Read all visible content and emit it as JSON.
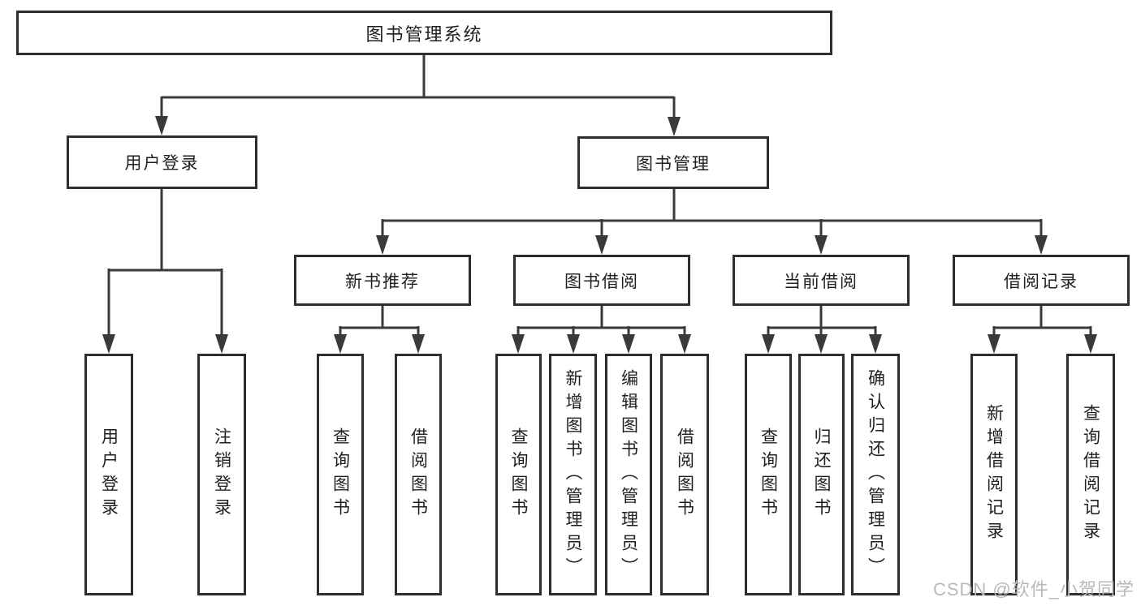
{
  "diagram": {
    "root": {
      "label": "图书管理系统"
    },
    "branches": [
      {
        "label": "用户登录",
        "leaves": [
          {
            "label": "用户登录"
          },
          {
            "label": "注销登录"
          }
        ]
      },
      {
        "label": "图书管理",
        "sections": [
          {
            "label": "新书推荐",
            "leaves": [
              {
                "label": "查询图书"
              },
              {
                "label": "借阅图书"
              }
            ]
          },
          {
            "label": "图书借阅",
            "leaves": [
              {
                "label": "查询图书"
              },
              {
                "label": "新增图书（管理员）"
              },
              {
                "label": "编辑图书（管理员）"
              },
              {
                "label": "借阅图书"
              }
            ]
          },
          {
            "label": "当前借阅",
            "leaves": [
              {
                "label": "查询图书"
              },
              {
                "label": "归还图书"
              },
              {
                "label": "确认归还（管理员）"
              }
            ]
          },
          {
            "label": "借阅记录",
            "leaves": [
              {
                "label": "新增借阅记录"
              },
              {
                "label": "查询借阅记录"
              }
            ]
          }
        ]
      }
    ]
  },
  "watermark": {
    "text": "CSDN @软件_小贺同学"
  },
  "colors": {
    "line": "#3a3a3a",
    "border": "#2e2e2e",
    "text": "#1f1f1f",
    "watermark": "#b9b9b9"
  }
}
